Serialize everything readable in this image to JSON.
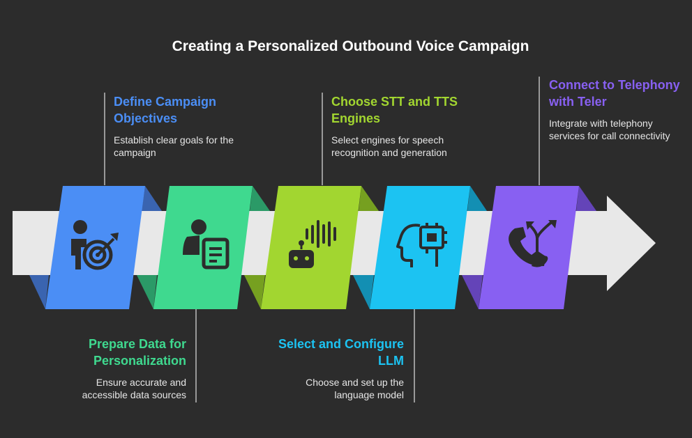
{
  "title": "Creating a Personalized Outbound Voice Campaign",
  "colors": {
    "background": "#2c2c2c",
    "arrow": "#e8e8e8",
    "connector": "#bdbdbd",
    "blue": "#4b8ef5",
    "green": "#3fd98f",
    "lime": "#a2d630",
    "cyan": "#1cc3f2",
    "purple": "#8860f2"
  },
  "steps": [
    {
      "heading": "Define Campaign Objectives",
      "description": "Establish clear goals for the campaign",
      "icon": "target-person-icon",
      "color": "#4b8ef5"
    },
    {
      "heading": "Prepare Data for Personalization",
      "description": "Ensure accurate and accessible data sources",
      "icon": "person-document-icon",
      "color": "#3fd98f"
    },
    {
      "heading": "Choose STT and TTS Engines",
      "description": "Select engines for speech recognition and generation",
      "icon": "robot-soundwave-icon",
      "color": "#a2d630"
    },
    {
      "heading": "Select and Configure LLM",
      "description": "Choose and set up the language model",
      "icon": "head-chip-icon",
      "color": "#1cc3f2"
    },
    {
      "heading": "Connect to Telephony with Teler",
      "description": "Integrate with telephony services for call connectivity",
      "icon": "phone-arrows-icon",
      "color": "#8860f2"
    }
  ]
}
